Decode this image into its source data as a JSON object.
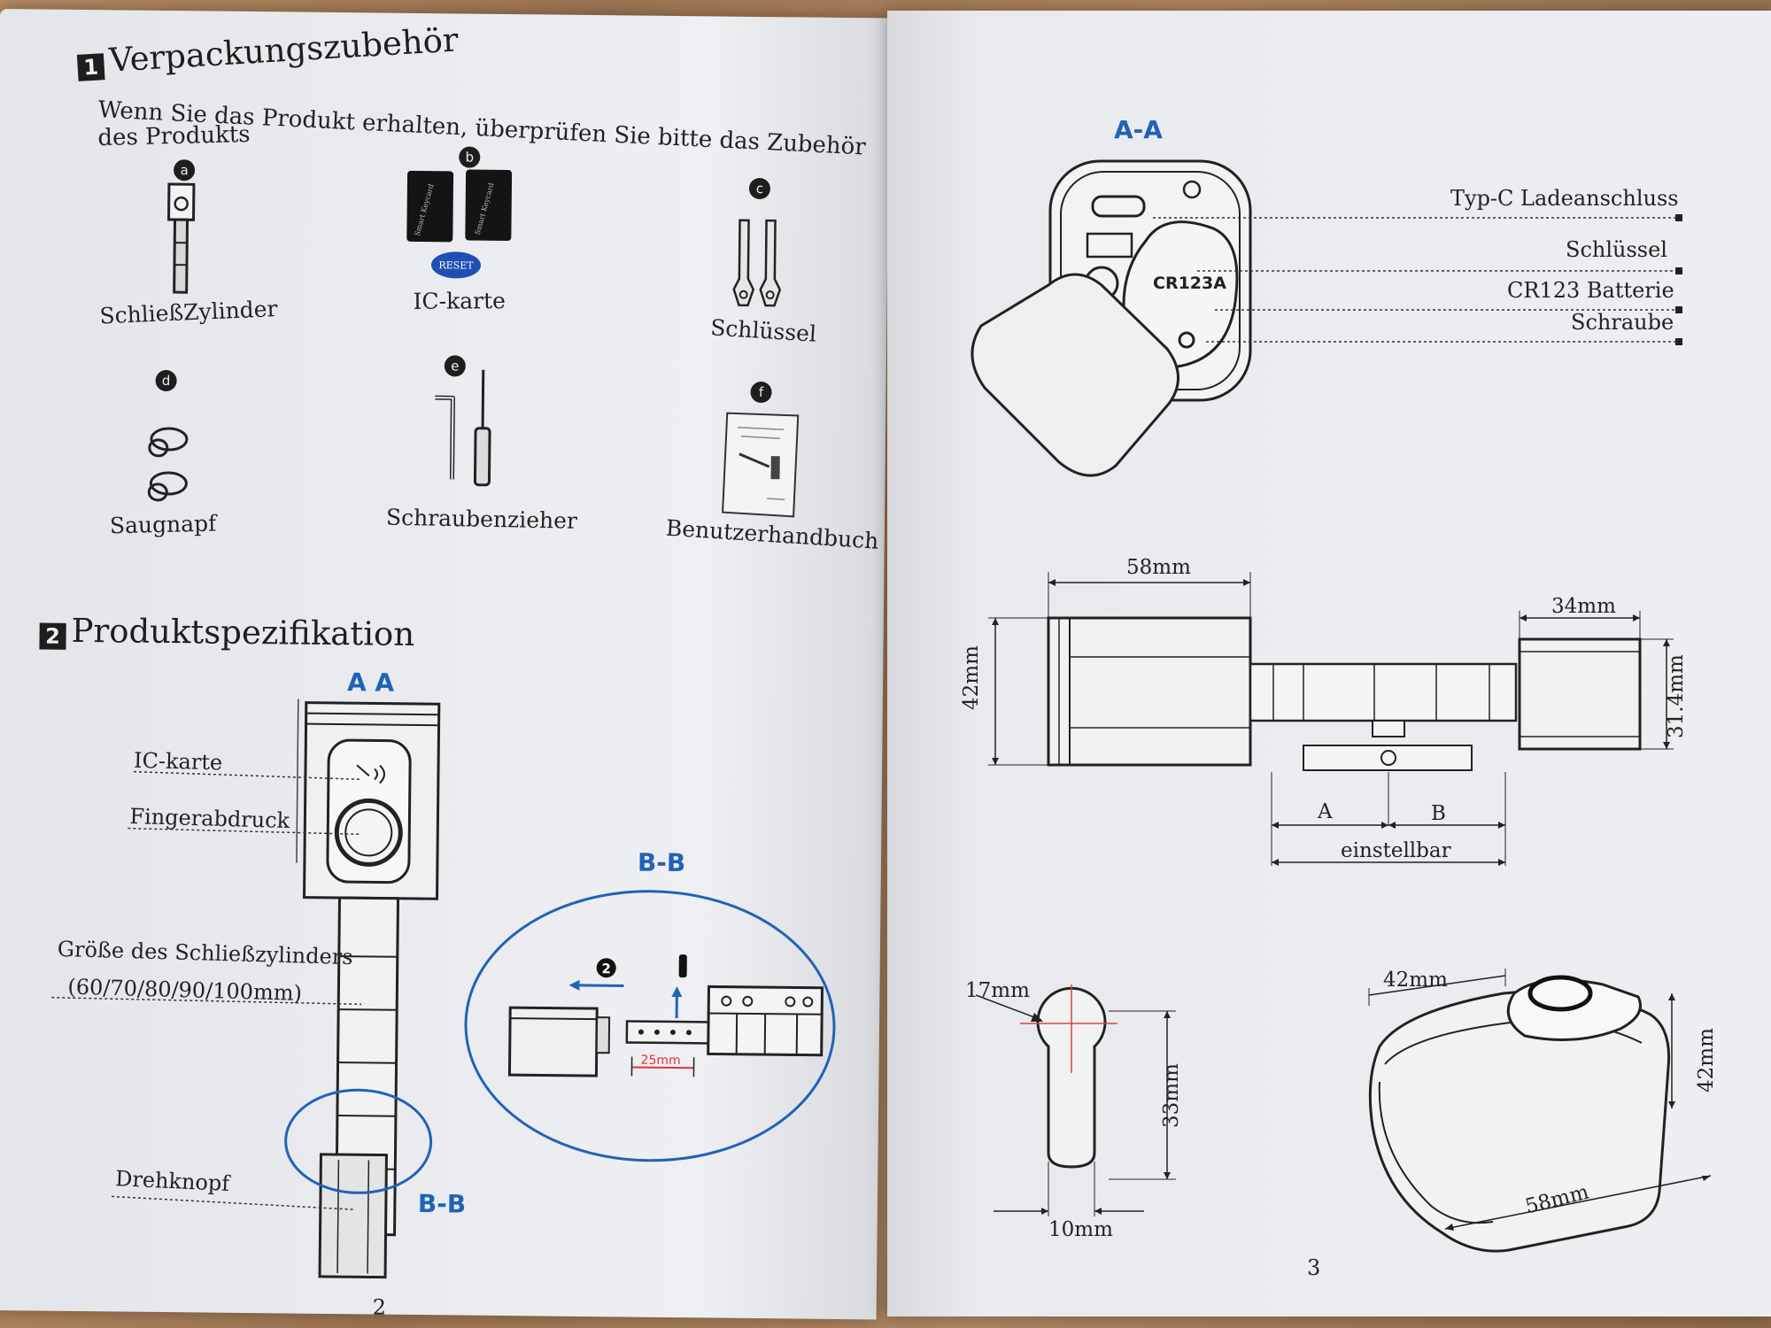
{
  "left_page": {
    "section1": {
      "number": "1",
      "title": "Verpackungszubehör",
      "intro_line1": "Wenn Sie das Produkt erhalten, überprüfen Sie bitte das Zubehör",
      "intro_line2": "des Produkts"
    },
    "items": [
      {
        "letter": "a",
        "label": "SchließZylinder",
        "icon": "cylinder-icon"
      },
      {
        "letter": "b",
        "label": "IC-karte",
        "icon": "ic-card-icon"
      },
      {
        "letter": "c",
        "label": "Schlüssel",
        "icon": "key-icon"
      },
      {
        "letter": "d",
        "label": "Saugnapf",
        "icon": "suction-cup-icon"
      },
      {
        "letter": "e",
        "label": "Schraubenzieher",
        "icon": "screwdriver-icon"
      },
      {
        "letter": "f",
        "label": "Benutzerhandbuch",
        "icon": "manual-icon"
      }
    ],
    "card_text": {
      "card": "Smart Keycard",
      "reset": "RESET"
    },
    "section2": {
      "number": "2",
      "title": "Produktspezifikation"
    },
    "spec": {
      "aa_label": "A A",
      "ic_karte": "IC-karte",
      "fingerabdruck": "Fingerabdruck",
      "groesse_line1": "Größe des Schließzylinders",
      "groesse_line2": "(60/70/80/90/100mm)",
      "drehknopf": "Drehknopf",
      "bb_label": "B-B",
      "bb_detail_title": "B-B",
      "step_number": "2",
      "measure_25": "25mm"
    },
    "page_number": "2"
  },
  "right_page": {
    "aa_title": "A-A",
    "callouts": [
      "Typ-C Ladeanschluss",
      "Schlüssel",
      "CR123 Batterie",
      "Schraube"
    ],
    "battery_text": "CR123A",
    "dims_side": {
      "top_left": "58mm",
      "top_right": "34mm",
      "left_height": "42mm",
      "right_height": "31.4mm",
      "a": "A",
      "b": "B",
      "adjustable": "einstellbar"
    },
    "dims_profile": {
      "top": "17mm",
      "height": "33mm",
      "bottom": "10mm"
    },
    "dims_3d": {
      "top": "42mm",
      "height": "42mm",
      "bottom": "58mm"
    },
    "page_number": "3"
  }
}
